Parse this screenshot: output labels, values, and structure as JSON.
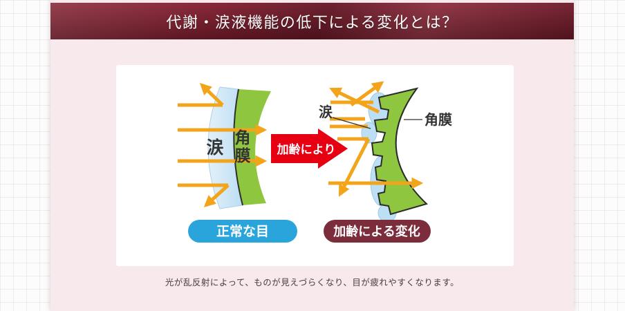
{
  "header": {
    "title": "代謝・涙液機能の低下による変化とは？"
  },
  "diagram": {
    "aging_arrow_label": "加齢により",
    "normal_eye": {
      "tear_label": "涙",
      "cornea_label_char1": "角",
      "cornea_label_char2": "膜",
      "badge": "正常な目"
    },
    "aged_eye": {
      "tear_label": "涙",
      "cornea_label": "角膜",
      "badge": "加齢による変化"
    },
    "colors": {
      "light_ray_orange": "#F2A41B",
      "cornea_green": "#8FC640",
      "tear_blue": "#BDDFF4",
      "aging_arrow_red": "#E60012",
      "normal_badge_blue": "#29A5DC",
      "aged_badge_maroon": "#7C2D3C",
      "header_maroon": "#77212F",
      "page_pink": "#F7E9EC"
    }
  },
  "caption": "光が乱反射によって、ものが見えづらくなり、目が疲れやすくなります。"
}
